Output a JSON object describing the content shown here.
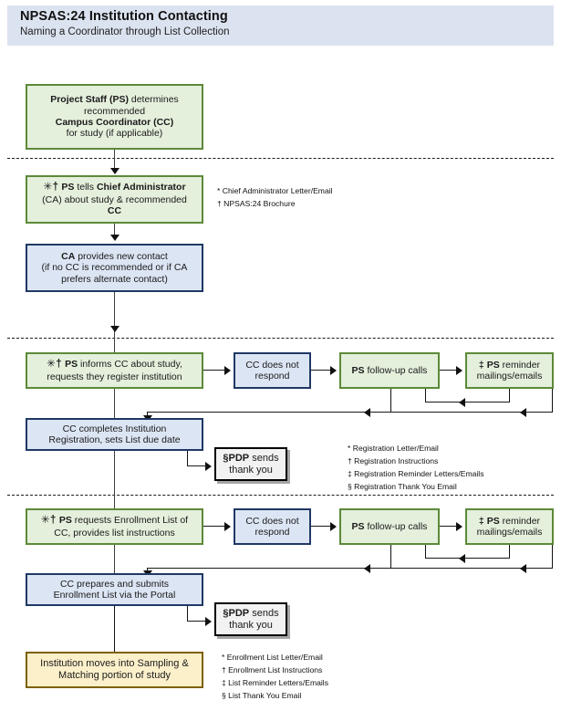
{
  "header": {
    "title": "NPSAS:24 Institution Contacting",
    "subtitle": "Naming a Coordinator through List Collection",
    "bg_color": "#DCE3F0"
  },
  "colors": {
    "green_fill": "#E4EFDC",
    "green_border": "#5C8A38",
    "blue_fill": "#DCE5F3",
    "blue_border": "#1F3864",
    "gold_fill": "#FCF0CB",
    "gold_border": "#7F6000",
    "plain_fill": "#F2F2F2",
    "plain_border": "#000000"
  },
  "markers": {
    "asterisk": "✳",
    "dagger": "†",
    "double_dagger": "‡",
    "section": "§"
  },
  "nodes": {
    "project_staff": {
      "line1_bold": "Project Staff (PS)",
      "line1_rest": " determines",
      "line2": "recommended",
      "line3_bold": "Campus Coordinator (CC)",
      "line4": "for study (if applicable)"
    },
    "ps_tells_ca": {
      "marks": "✳†",
      "part1_bold": "PS",
      "part2": " tells ",
      "part3_bold": "Chief Administrator",
      "line2": "(CA) about study & recommended",
      "line3": "CC"
    },
    "ca_new_contact": {
      "line1_pre": "CA",
      "line1_rest": " provides new contact",
      "line2": "(if no CC is recommended or if CA",
      "line3": "prefers alternate contact)"
    },
    "ps_informs_cc": {
      "marks": "✳†",
      "bold": "PS",
      "line1_rest": " informs CC about study,",
      "line2": "requests they register institution"
    },
    "cc_no_respond_1": {
      "line1": "CC does not",
      "line2": "respond"
    },
    "ps_followup_1": {
      "bold": "PS",
      "rest": " follow-up calls"
    },
    "ps_reminder_1": {
      "mark": "‡",
      "bold": "PS",
      "rest": " reminder",
      "line2": "mailings/emails"
    },
    "cc_registration": {
      "line1": "CC completes Institution",
      "line2": "Registration, sets List due date"
    },
    "pdp_thankyou_1": {
      "mark": "§",
      "bold": "PDP",
      "rest": " sends",
      "line2": "thank you"
    },
    "ps_requests_list": {
      "marks": "✳†",
      "bold": "PS",
      "line1_rest": " requests Enrollment List of",
      "line2": "CC, provides list instructions"
    },
    "cc_no_respond_2": {
      "line1": "CC does not",
      "line2": "respond"
    },
    "ps_followup_2": {
      "bold": "PS",
      "rest": " follow-up calls"
    },
    "ps_reminder_2": {
      "mark": "‡",
      "bold": "PS",
      "rest": " reminder",
      "line2": "mailings/emails"
    },
    "cc_submits_list": {
      "line1": "CC prepares and submits",
      "line2": "Enrollment List via the Portal"
    },
    "pdp_thankyou_2": {
      "mark": "§",
      "bold": "PDP",
      "rest": " sends",
      "line2": "thank you"
    },
    "institution_sampling": {
      "line1": "Institution moves into Sampling &",
      "line2": "Matching portion of study"
    }
  },
  "notes": {
    "ca_notes": [
      "* Chief Administrator Letter/Email",
      "† NPSAS:24 Brochure"
    ],
    "registration_notes": [
      "* Registration Letter/Email",
      "† Registration Instructions",
      "‡ Registration Reminder Letters/Emails",
      "§ Registration Thank You Email"
    ],
    "list_notes": [
      "* Enrollment List Letter/Email",
      "† Enrollment List Instructions",
      "‡ List Reminder Letters/Emails",
      "§ List Thank You Email"
    ]
  }
}
